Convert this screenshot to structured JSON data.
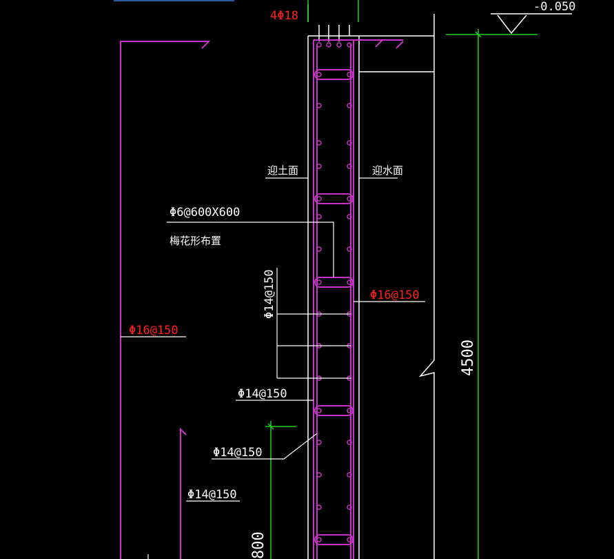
{
  "labels": {
    "top_bars": "4Φ18",
    "elevation": "-0.050",
    "soil_face": "迎土面",
    "water_face": "迎水面",
    "tie_bar": "Φ6@600X600",
    "tie_layout": "梅花形布置",
    "vertical_vert": "Φ14@150",
    "right_bars": "Φ16@150",
    "left_bars": "Φ16@150",
    "lower_bars_1": "Φ14@150",
    "lower_bars_2": "Φ14@150",
    "lower_bars_3": "Φ14@150",
    "height_dim": "4500",
    "bottom_dim": "800"
  },
  "colors": {
    "wall_line": "#c832c8",
    "leader": "#ffffff",
    "red_text": "#ff2020",
    "green": "#20d020",
    "background": "#000000"
  }
}
